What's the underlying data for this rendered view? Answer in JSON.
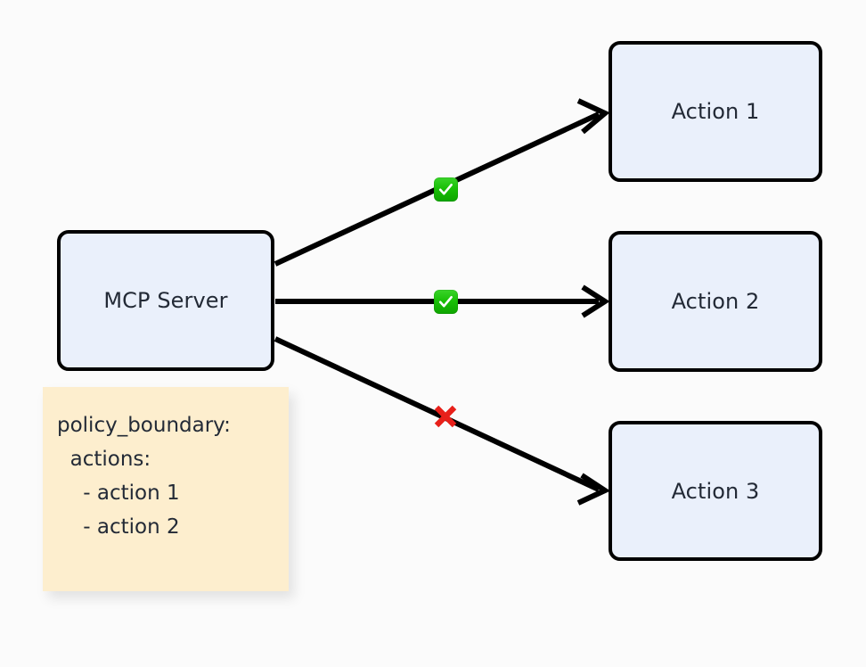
{
  "diagram": {
    "background_color": "#fbfbfb",
    "node_fill": "#eaf0fb",
    "node_stroke": "#000000",
    "text_color": "#232a36",
    "note_fill": "#fdeece",
    "allow_color": "#16bd05",
    "deny_color": "#e8201a",
    "nodes": [
      {
        "id": "mcp",
        "label": "MCP Server"
      },
      {
        "id": "action-1",
        "label": "Action 1"
      },
      {
        "id": "action-2",
        "label": "Action 2"
      },
      {
        "id": "action-3",
        "label": "Action 3"
      }
    ],
    "edges": [
      {
        "id": "edge-1",
        "from": "mcp",
        "to": "action-1",
        "marker": "allow",
        "marker_icon": "white-check-mark-icon"
      },
      {
        "id": "edge-2",
        "from": "mcp",
        "to": "action-2",
        "marker": "allow",
        "marker_icon": "white-check-mark-icon"
      },
      {
        "id": "edge-3",
        "from": "mcp",
        "to": "action-3",
        "marker": "deny",
        "marker_icon": "cross-mark-icon"
      }
    ],
    "note": {
      "id": "policy-note",
      "lines": [
        "policy_boundary:",
        "  actions:",
        "    - action 1",
        "    - action 2"
      ]
    }
  }
}
